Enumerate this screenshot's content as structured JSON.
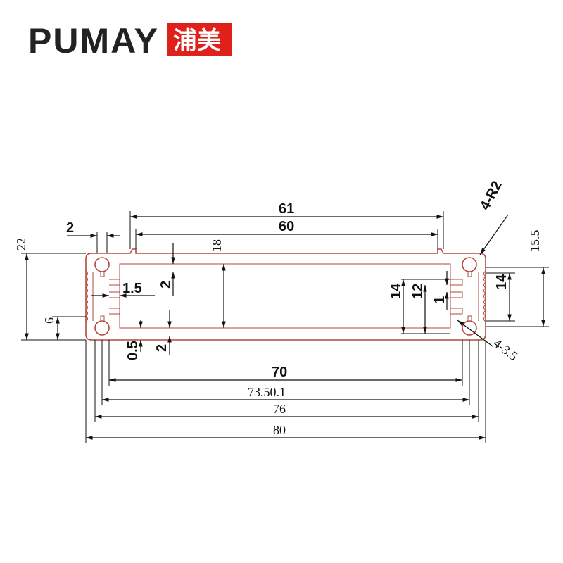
{
  "logo": {
    "brand": "PUMAY",
    "chinese": "浦美",
    "accent_color": "#e0201a"
  },
  "dimensions": {
    "top_61": "61",
    "top_60": "60",
    "wall_2": "2",
    "height_22": "22",
    "inner_18": "18",
    "slot_2_upper": "2",
    "rail_1_5": "1.5",
    "groove_6": "6",
    "gap_0_5": "0.5",
    "slot_2_lower": "2",
    "width_70": "70",
    "width_73_5": "73.50.1",
    "width_76": "76",
    "width_80": "80",
    "radius": "4-R2",
    "height_15_5": "15.5",
    "right_14a": "14",
    "right_12": "12",
    "right_1": "1",
    "right_14b": "14",
    "holes": "4-3.5"
  },
  "colors": {
    "profile": "#b24a3c",
    "dimension": "#111111"
  }
}
